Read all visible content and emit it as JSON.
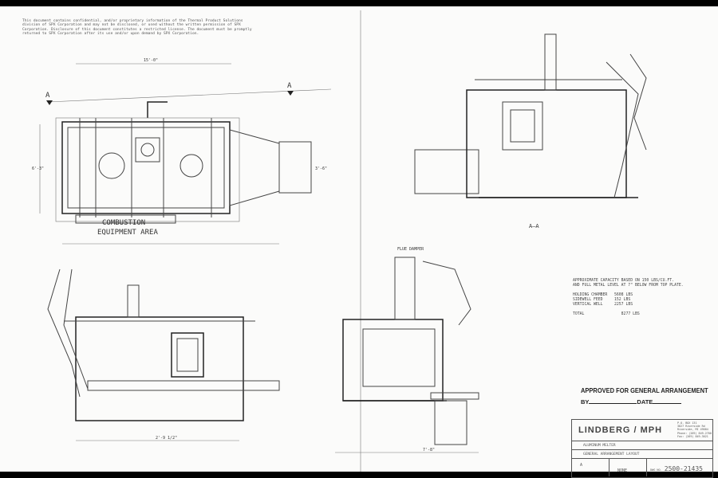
{
  "notes": "This document contains confidential, and/or proprietary information of the Thermal Product Solutions division of SPX Corporation and may not be disclosed, or used without the written permission of SPX Corporation. Disclosure of this document constitutes a restricted license. The document must be promptly returned to SPX Corporation after its use and/or upon demand by SPX Corporation.",
  "views": {
    "section_mark_left": "A",
    "section_mark_right": "A",
    "section_label": "A—A",
    "combustion_label_1": "COMBUSTION",
    "combustion_label_2": "EQUIPMENT AREA",
    "flue_damper": "FLUE DAMPER",
    "dim_top": "15'-0\"",
    "dim_side": "6'-3\"",
    "dim_bottom_1": "2'-9 1/2\"",
    "dim_bottom_2": "7'-8\"",
    "dim_right": "3'-6\""
  },
  "capacity": {
    "line1": "APPROXIMATE CAPACITY BASED ON 150 LBS/CU.FT.",
    "line2": "AND FULL METAL LEVEL AT 7\" BELOW FROM TOP PLATE.",
    "rows": [
      {
        "label": "HOLDING CHAMBER",
        "value": "5608 LBS"
      },
      {
        "label": "SIDEWELL FEED",
        "value": "152 LBS"
      },
      {
        "label": "VERTICAL WELL",
        "value": "2257 LBS"
      }
    ],
    "total_label": "TOTAL",
    "total_value": "8277 LBS"
  },
  "approval": {
    "title": "APPROVED FOR GENERAL ARRANGEMENT",
    "by": "BY",
    "date": "DATE"
  },
  "title_block": {
    "logo": "LINDBERG / MPH",
    "address": "P.O. BOX 131\n3827 Riverside Rd\nRiverside, MI 49084\nPhone: (269) 849-2700\nFax: (269) 849-3021",
    "title_line": "ALUMINUM MELTER",
    "subtitle": "GENERAL ARRANGEMENT LAYOUT",
    "dwg_label": "DWG NO.",
    "dwg_number": "2500-21435",
    "rev": "A",
    "scale": "NONE"
  }
}
